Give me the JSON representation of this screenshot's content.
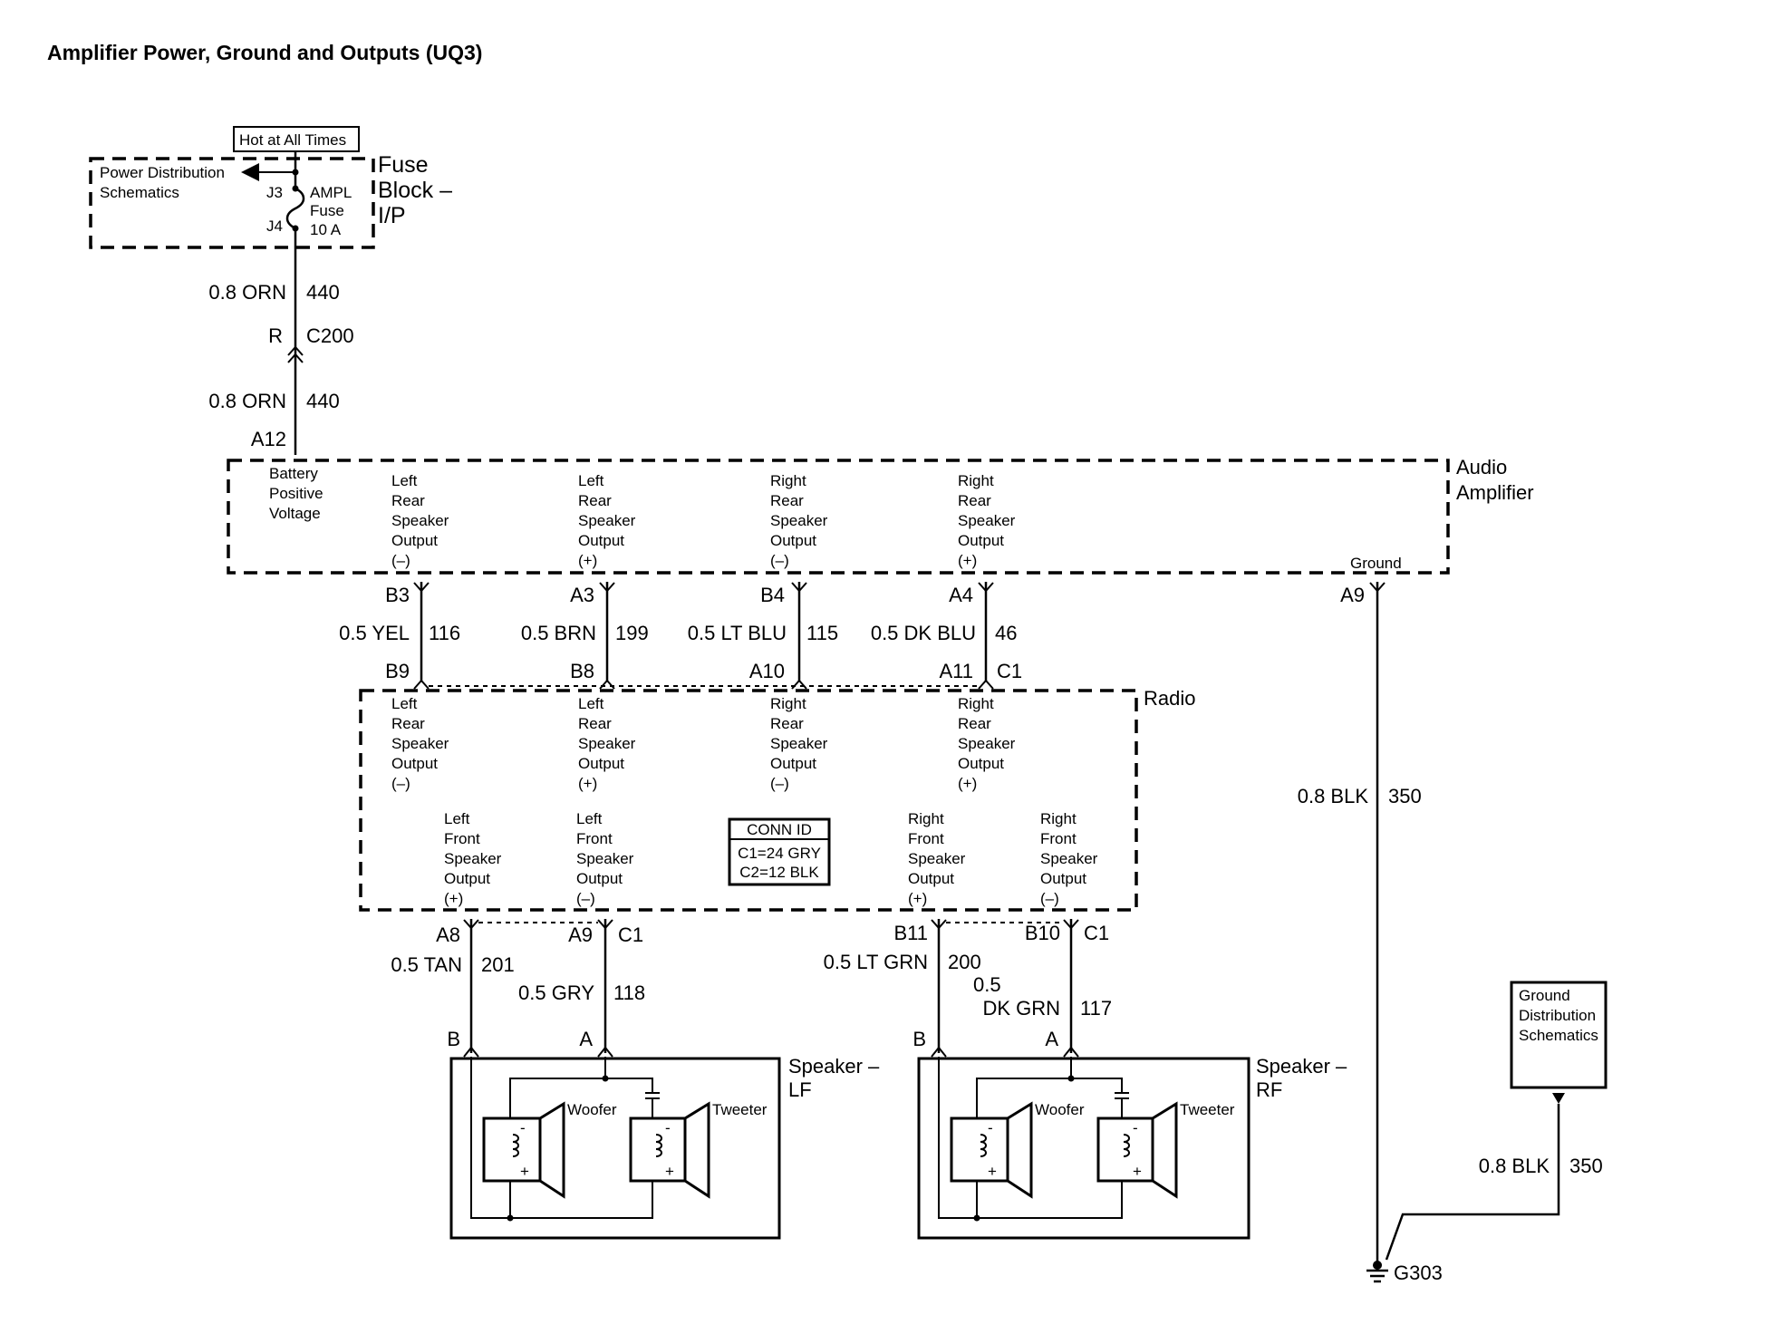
{
  "title": "Amplifier Power, Ground and Outputs (UQ3)",
  "hot_label": "Hot at All Times",
  "fuse_block": {
    "lines": [
      "Fuse",
      "Block –",
      "I/P"
    ],
    "power_dist": [
      "Power Distribution",
      "Schematics"
    ],
    "j3": "J3",
    "j4": "J4",
    "fuse": [
      "AMPL",
      "Fuse",
      "10 A"
    ]
  },
  "feed": {
    "wire1_gauge": "0.8 ORN",
    "wire1_circuit": "440",
    "conn_pin": "R",
    "conn_name": "C200",
    "wire2_gauge": "0.8 ORN",
    "wire2_circuit": "440",
    "amp_pin": "A12"
  },
  "amplifier": {
    "name": [
      "Audio",
      "Amplifier"
    ],
    "battery": [
      "Battery",
      "Positive",
      "Voltage"
    ],
    "outputs": [
      [
        "Left",
        "Rear",
        "Speaker",
        "Output",
        "(–)"
      ],
      [
        "Left",
        "Rear",
        "Speaker",
        "Output",
        "(+)"
      ],
      [
        "Right",
        "Rear",
        "Speaker",
        "Output",
        "(–)"
      ],
      [
        "Right",
        "Rear",
        "Speaker",
        "Output",
        "(+)"
      ]
    ],
    "ground": "Ground",
    "pins": [
      "B3",
      "A3",
      "B4",
      "A4"
    ],
    "ground_pin": "A9"
  },
  "rear_wires": [
    {
      "gauge": "0.5 YEL",
      "circuit": "116"
    },
    {
      "gauge": "0.5 BRN",
      "circuit": "199"
    },
    {
      "gauge": "0.5 LT BLU",
      "circuit": "115"
    },
    {
      "gauge": "0.5 DK BLU",
      "circuit": "46"
    }
  ],
  "radio": {
    "name": "Radio",
    "pins_top": [
      "B9",
      "B8",
      "A10",
      "A11"
    ],
    "conn_top": "C1",
    "rear_outputs": [
      [
        "Left",
        "Rear",
        "Speaker",
        "Output",
        "(–)"
      ],
      [
        "Left",
        "Rear",
        "Speaker",
        "Output",
        "(+)"
      ],
      [
        "Right",
        "Rear",
        "Speaker",
        "Output",
        "(–)"
      ],
      [
        "Right",
        "Rear",
        "Speaker",
        "Output",
        "(+)"
      ]
    ],
    "front_outputs": [
      [
        "Left",
        "Front",
        "Speaker",
        "Output",
        "(+)"
      ],
      [
        "Left",
        "Front",
        "Speaker",
        "Output",
        "(–)"
      ],
      [
        "Right",
        "Front",
        "Speaker",
        "Output",
        "(+)"
      ],
      [
        "Right",
        "Front",
        "Speaker",
        "Output",
        "(–)"
      ]
    ],
    "conn_id": [
      "CONN ID",
      "C1=24 GRY",
      "C2=12 BLK"
    ],
    "pins_bottom": [
      "A8",
      "A9",
      "B11",
      "B10"
    ],
    "conn_bottom_left": "C1",
    "conn_bottom_right": "C1"
  },
  "front_wires": [
    {
      "gauge": "0.5 TAN",
      "circuit": "201"
    },
    {
      "gauge": "0.5 GRY",
      "circuit": "118"
    },
    {
      "gauge": "0.5 LT GRN",
      "circuit": "200"
    },
    {
      "gauge_lines": [
        "0.5",
        "DK GRN"
      ],
      "circuit": "117"
    }
  ],
  "speakers": [
    {
      "name": [
        "Speaker –",
        "LF"
      ],
      "pin_b": "B",
      "pin_a": "A",
      "woofer": "Woofer",
      "tweeter": "Tweeter"
    },
    {
      "name": [
        "Speaker –",
        "RF"
      ],
      "pin_b": "B",
      "pin_a": "A",
      "woofer": "Woofer",
      "tweeter": "Tweeter"
    }
  ],
  "ground": {
    "wire_gauge": "0.8 BLK",
    "wire_circuit": "350",
    "dist": [
      "Ground",
      "Distribution",
      "Schematics"
    ],
    "wire2_gauge": "0.8 BLK",
    "wire2_circuit": "350",
    "point": "G303"
  }
}
